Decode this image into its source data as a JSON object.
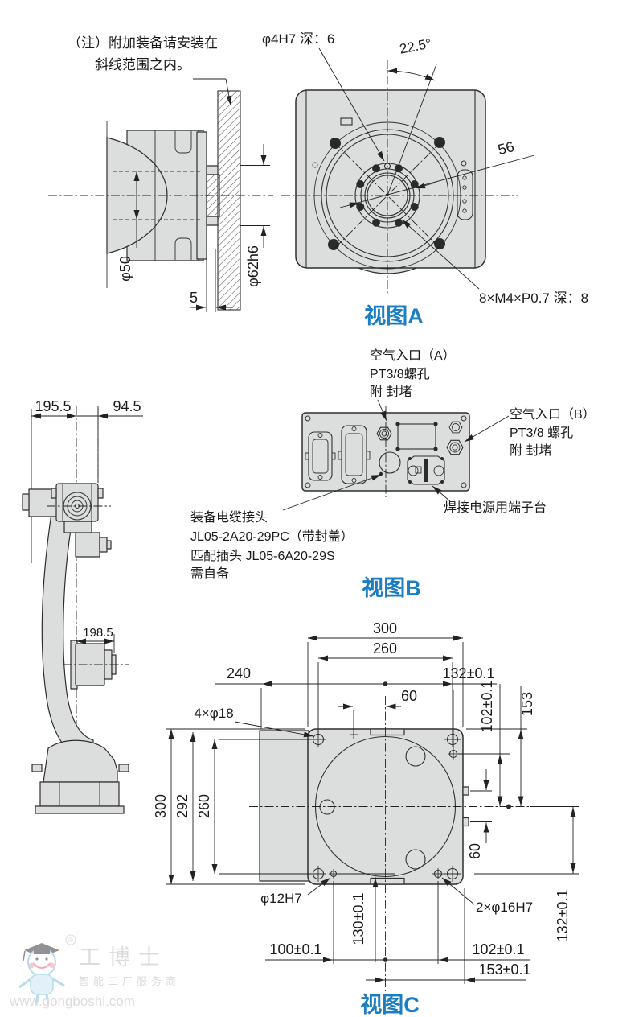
{
  "colors": {
    "blue": "#1b7ec2",
    "part_fill": "#dcdddd",
    "line": "#2f2f2f",
    "watermark": "#c6c6c6"
  },
  "note": {
    "line1": "（注）附加装备请安装在",
    "line2": "斜线范围之内。"
  },
  "view_a": {
    "label": "视图A",
    "dim_hole": "φ4H7 深：6",
    "dim_angle": "22.5°",
    "dim_pitch": "56",
    "dim_bolts": "8×M4×P0.7 深：8"
  },
  "section": {
    "dia50": "φ50",
    "dia62": "φ62h6",
    "gap": "5"
  },
  "view_b": {
    "label": "视图B",
    "dim_left": "195.5",
    "dim_right": "94.5",
    "air_a": [
      "空气入口（A）",
      "PT3/8螺孔",
      "附 封堵"
    ],
    "air_b": [
      "空气入口（B）",
      "PT3/8 螺孔",
      "附 封堵"
    ],
    "terminal": "焊接电源用端子台",
    "cable": [
      "装备电缆接头",
      "JL05-2A20-29PC（带封盖）",
      "匹配插头 JL05-6A20-29S",
      "需自备"
    ]
  },
  "robot": {
    "dim": "198.5"
  },
  "view_c": {
    "label": "视图C",
    "top300": "300",
    "top260": "260",
    "left240": "240",
    "d132t": "132±0.1",
    "d102r": "102±0.1",
    "d153r": "153",
    "top60": "60",
    "holes18": "4×φ18",
    "l300": "300",
    "l292": "292",
    "l260": "260",
    "r60": "60",
    "dia12": "φ12H7",
    "d130": "130±0.1",
    "dia16": "2×φ16H7",
    "d132b": "132±0.1",
    "b100": "100±0.1",
    "b102": "102±0.1",
    "b153": "153±0.1"
  },
  "watermark": {
    "name": "工博士",
    "tagline": "智能工厂服务商",
    "url": "www.gongboshi.com",
    "reg": "®"
  }
}
